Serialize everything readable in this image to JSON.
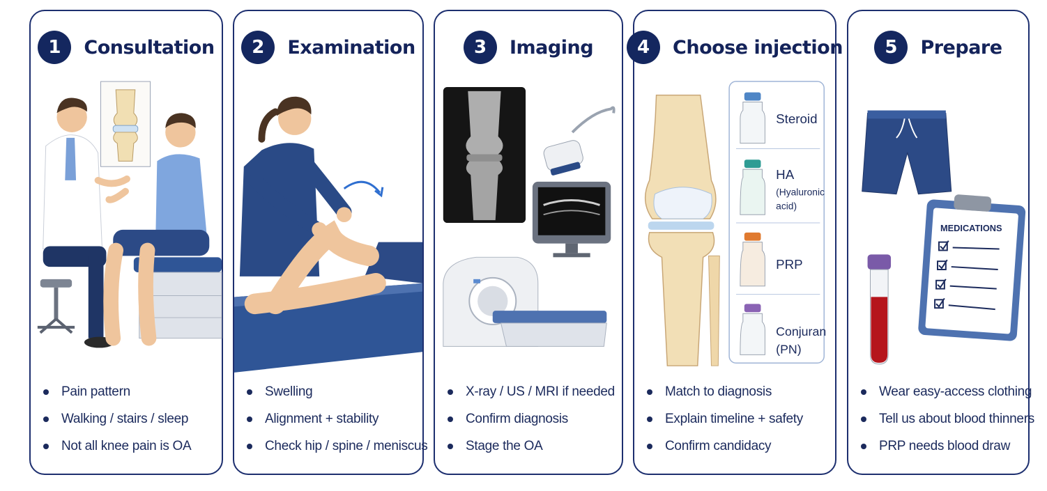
{
  "steps": [
    {
      "number": "1",
      "title": "Consultation",
      "bullets": [
        "Pain pattern",
        "Walking / stairs / sleep",
        "Not all knee pain is OA"
      ]
    },
    {
      "number": "2",
      "title": "Examination",
      "bullets": [
        "Swelling",
        "Alignment + stability",
        "Check hip / spine / meniscus"
      ]
    },
    {
      "number": "3",
      "title": "Imaging",
      "bullets": [
        "X-ray / US / MRI if needed",
        "Confirm diagnosis",
        "Stage the OA"
      ]
    },
    {
      "number": "4",
      "title": "Choose injection",
      "vials": [
        {
          "label": "Steroid",
          "cap_color": "#4f86c6"
        },
        {
          "label": "HA",
          "sub1": "(Hyaluronic",
          "sub2": "acid)",
          "cap_color": "#2f9c94"
        },
        {
          "label": "PRP",
          "cap_color": "#e07a2f"
        },
        {
          "label": "Conjuran",
          "sub1": "(PN)",
          "cap_color": "#8a63b4"
        }
      ],
      "bullets": [
        "Match to diagnosis",
        "Explain timeline + safety",
        "Confirm candidacy"
      ]
    },
    {
      "number": "5",
      "title": "Prepare",
      "clipboard_title": "MEDICATIONS",
      "bullets": [
        "Wear easy-access clothing",
        "Tell us about blood thinners",
        "PRP needs blood draw"
      ]
    }
  ],
  "colors": {
    "navy": "#14275f",
    "scrubs": "#2a4a86",
    "shorts": "#2c4a86",
    "skin": "#efc59d"
  }
}
